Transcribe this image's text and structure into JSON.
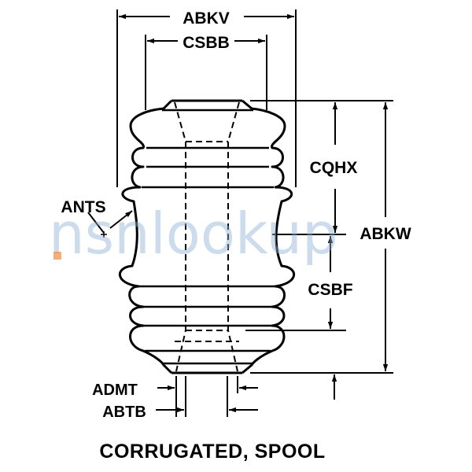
{
  "diagram": {
    "caption": "CORRUGATED, SPOOL",
    "dimensions": {
      "abkv": "ABKV",
      "csbb": "CSBB",
      "cqhx": "CQHX",
      "abkw": "ABKW",
      "csbf": "CSBF",
      "ants": "ANTS",
      "admt": "ADMT",
      "abtb": "ABTB"
    },
    "watermark": {
      "text": "nsnlookup",
      "color": "#8fb3d6",
      "accent": "#f08a3c"
    }
  }
}
